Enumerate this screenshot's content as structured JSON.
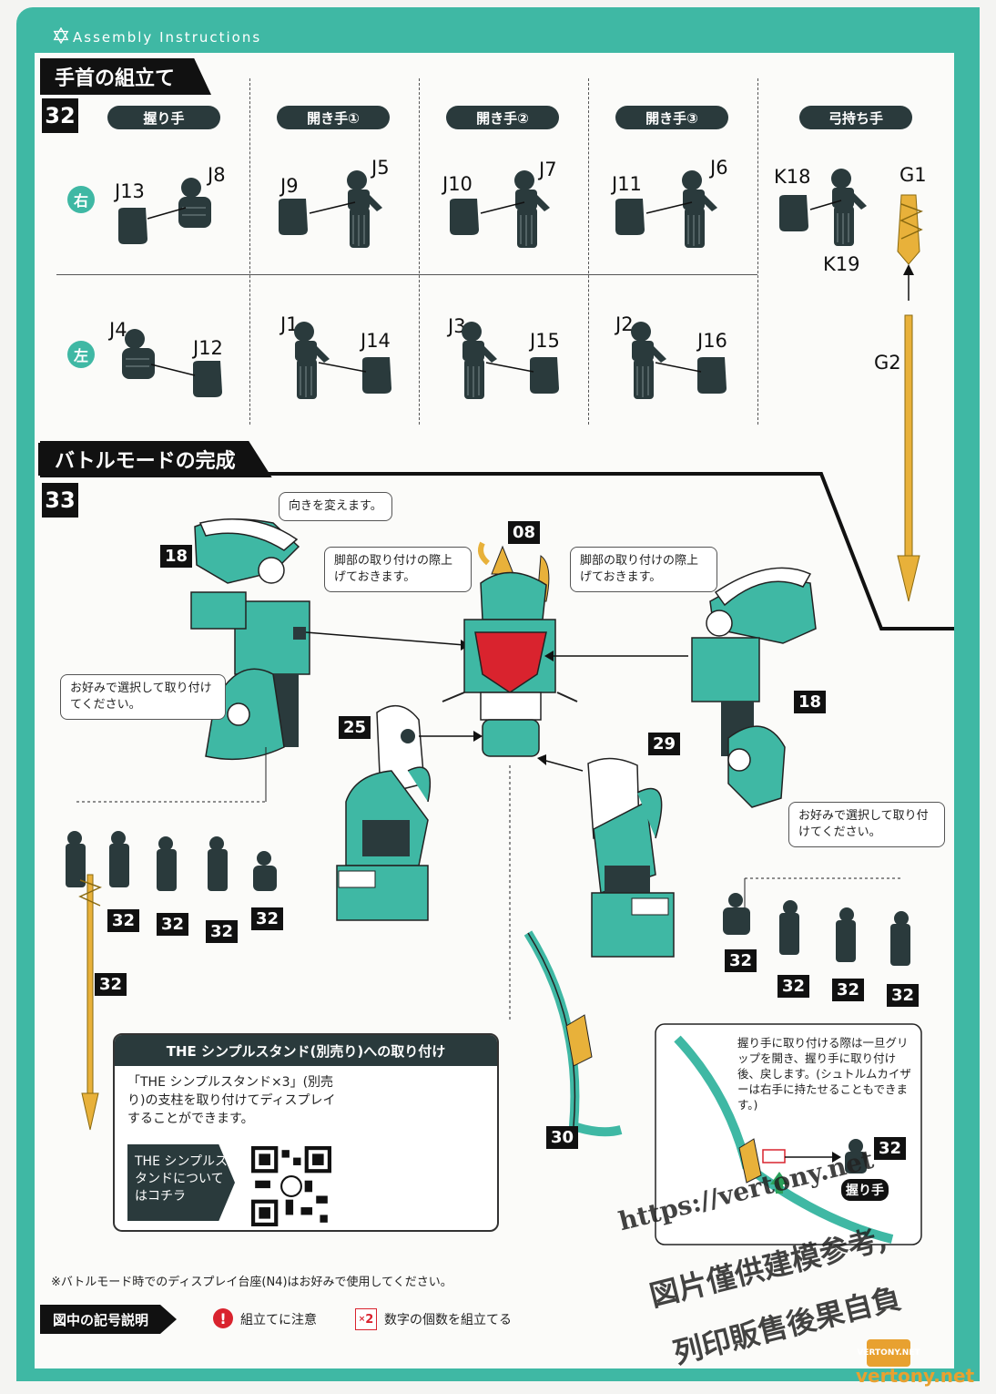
{
  "header": {
    "title": "Assembly Instructions"
  },
  "section32": {
    "title": "手首の組立て",
    "step": "32",
    "columns": [
      {
        "label": "握り手",
        "right": [
          "J13",
          "J8"
        ],
        "left": [
          "J4",
          "J12"
        ]
      },
      {
        "label": "開き手①",
        "right": [
          "J9",
          "J5"
        ],
        "left": [
          "J1",
          "J14"
        ]
      },
      {
        "label": "開き手②",
        "right": [
          "J10",
          "J7"
        ],
        "left": [
          "J3",
          "J15"
        ]
      },
      {
        "label": "開き手③",
        "right": [
          "J11",
          "J6"
        ],
        "left": [
          "J2",
          "J16"
        ]
      },
      {
        "label": "弓持ち手",
        "right": [
          "K18",
          "G1",
          "K19"
        ],
        "left": [
          "G2"
        ]
      }
    ],
    "side_right": "右",
    "side_left": "左"
  },
  "section33": {
    "title": "バトルモードの完成",
    "step": "33",
    "labels": {
      "head": "08",
      "wing_left": "18",
      "wing_right": "18",
      "leg_left": "25",
      "leg_right": "29",
      "bow": "30"
    },
    "callouts": {
      "turn": "向きを変えます。",
      "raise_left": "脚部の取り付けの際上げておきます。",
      "raise_right": "脚部の取り付けの際上げておきます。",
      "choose_left": "お好みで選択して取り付けてください。",
      "choose_right": "お好みで選択して取り付けてください。",
      "grip": "握り手に取り付ける際は一旦グリップを開き、握り手に取り付け後、戻します。(シュトルムカイザーは右手に持たせることもできます。)"
    },
    "hand_refs_left": [
      "32",
      "32",
      "32",
      "32",
      "32"
    ],
    "hand_refs_right": [
      "32",
      "32",
      "32",
      "32"
    ],
    "arrow_ref": "32",
    "grip_ref": "32",
    "grip_label": "握り手"
  },
  "stand": {
    "title": "THE シンプルスタンド(別売り)への取り付け",
    "text": "「THE シンプルスタンド×3」(別売り)の支柱を取り付けてディスプレイすることができます。",
    "tag": "THE シンプルスタンドについてはコチラ"
  },
  "note": "※バトルモード時でのディスプレイ台座(N4)はお好みで使用してください。",
  "legend": {
    "title": "図中の記号説明",
    "warn_label": "組立てに注意",
    "count_icon": "2",
    "count_label": "数字の個数を組立てる"
  },
  "watermark": {
    "line1": "https://vertony.net",
    "line2": "図片僅供建模参考,",
    "line3": "列印販售後果自負",
    "badge": "VERTONY.NET",
    "footer": "vertony.net"
  },
  "colors": {
    "teal": "#3fb8a4",
    "dark": "#2a3a3c",
    "gold": "#e8b13a",
    "red": "#d9232e"
  }
}
